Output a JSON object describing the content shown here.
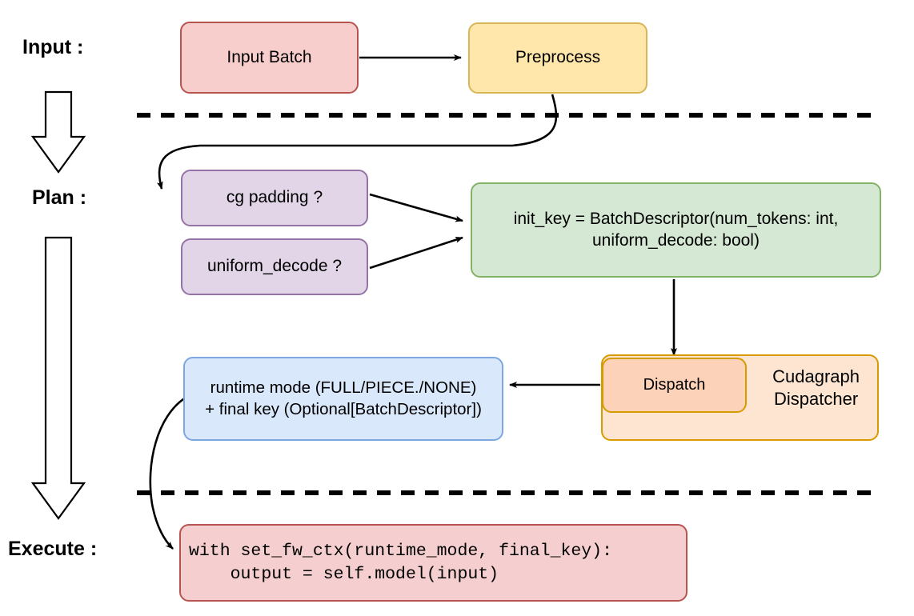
{
  "diagram": {
    "title": "vLLM cudagraph dispatch pipeline",
    "background": "#ffffff",
    "stage_labels": [
      {
        "id": "input",
        "text": "Input :"
      },
      {
        "id": "plan",
        "text": "Plan :"
      },
      {
        "id": "execute",
        "text": "Execute :"
      }
    ],
    "nodes": {
      "input_batch": {
        "label": "Input Batch",
        "fill": "#f8cecc",
        "stroke": "#b85450"
      },
      "preprocess": {
        "label": "Preprocess",
        "fill": "#ffe6aa",
        "stroke": "#d6b656"
      },
      "cg_padding": {
        "label": "cg padding ?",
        "fill": "#e1d5e7",
        "stroke": "#9673a6"
      },
      "uniform_decode": {
        "label": "uniform_decode ?",
        "fill": "#e1d5e7",
        "stroke": "#9673a6"
      },
      "init_key": {
        "line1": "init_key = BatchDescriptor(num_tokens: int,",
        "line2": "uniform_decode: bool)",
        "fill": "#d5e8d4",
        "stroke": "#82b366"
      },
      "cudagraph_dispatcher": {
        "line1": "Cudagraph",
        "line2": "Dispatcher",
        "fill": "#fde5d2",
        "stroke": "#d79b00"
      },
      "dispatch": {
        "label": "Dispatch",
        "fill": "#fcd2b8",
        "stroke": "#d79b00"
      },
      "runtime_mode": {
        "line1": "runtime mode (FULL/PIECE./NONE)",
        "line2": "+ final key (Optional[BatchDescriptor])",
        "fill": "#dae8fc",
        "stroke": "#7ea6e0"
      },
      "exec_code": {
        "line1": "with set_fw_ctx(runtime_mode, final_key):",
        "line2": "    output = self.model(input)",
        "fill": "#f5cfcf",
        "stroke": "#b85450"
      }
    },
    "connectors": [
      {
        "id": "input-batch-to-preprocess",
        "from": "input_batch",
        "to": "preprocess",
        "style": "straight-arrow"
      },
      {
        "id": "preprocess-to-cg-padding",
        "from": "preprocess",
        "to": "cg_padding",
        "style": "curved-arrow"
      },
      {
        "id": "cg-padding-to-init-key",
        "from": "cg_padding",
        "to": "init_key",
        "style": "straight-arrow"
      },
      {
        "id": "uniform-decode-to-init-key",
        "from": "uniform_decode",
        "to": "init_key",
        "style": "straight-arrow"
      },
      {
        "id": "init-key-to-dispatch",
        "from": "init_key",
        "to": "dispatch",
        "style": "straight-arrow"
      },
      {
        "id": "dispatch-to-runtime-mode",
        "from": "dispatch",
        "to": "runtime_mode",
        "style": "straight-arrow"
      },
      {
        "id": "runtime-mode-to-exec-code",
        "from": "runtime_mode",
        "to": "exec_code",
        "style": "curved-arrow"
      }
    ],
    "dividers": [
      {
        "id": "input-plan-divider",
        "style": "dashed",
        "color": "#000000"
      },
      {
        "id": "plan-execute-divider",
        "style": "dashed",
        "color": "#000000"
      }
    ],
    "flow_arrows": [
      {
        "id": "input-to-plan-arrow",
        "direction": "down",
        "fill": "#ffffff",
        "stroke": "#000000"
      },
      {
        "id": "plan-to-execute-arrow",
        "direction": "down",
        "fill": "#ffffff",
        "stroke": "#000000"
      }
    ]
  }
}
